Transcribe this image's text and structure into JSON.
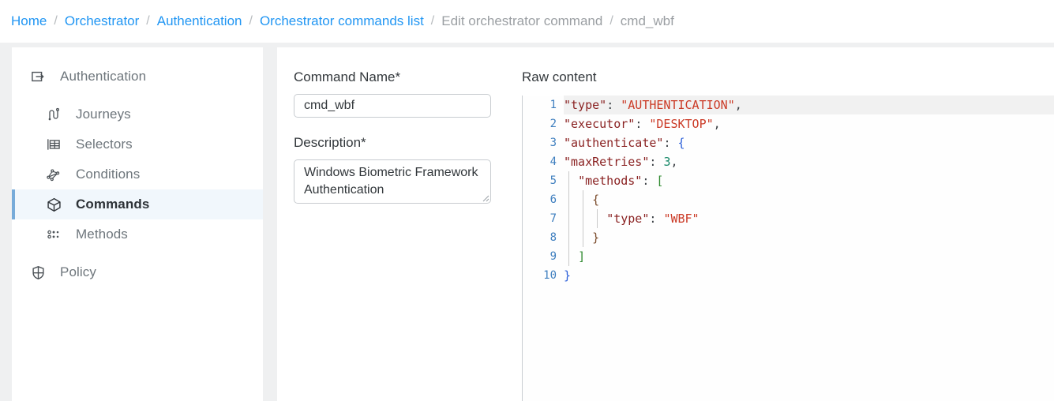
{
  "breadcrumb": {
    "separator": "/",
    "items": [
      {
        "label": "Home",
        "link": true
      },
      {
        "label": "Orchestrator",
        "link": true
      },
      {
        "label": "Authentication",
        "link": true
      },
      {
        "label": "Orchestrator commands list",
        "link": true
      },
      {
        "label": "Edit orchestrator command",
        "link": false
      },
      {
        "label": "cmd_wbf",
        "link": false
      }
    ]
  },
  "sidebar": {
    "section": {
      "label": "Authentication",
      "icon": "login-arrow-icon"
    },
    "items": [
      {
        "label": "Journeys",
        "icon": "journeys-path-icon",
        "active": false
      },
      {
        "label": "Selectors",
        "icon": "selectors-table-icon",
        "active": false
      },
      {
        "label": "Conditions",
        "icon": "conditions-nodes-icon",
        "active": false
      },
      {
        "label": "Commands",
        "icon": "commands-cube-icon",
        "active": true
      },
      {
        "label": "Methods",
        "icon": "methods-dots-icon",
        "active": false
      }
    ],
    "policy": {
      "label": "Policy",
      "icon": "policy-shield-icon"
    }
  },
  "form": {
    "command_name": {
      "label": "Command Name*",
      "value": "cmd_wbf",
      "placeholder": ""
    },
    "description": {
      "label": "Description*",
      "value": "Windows Biometric Framework Authentication",
      "placeholder": ""
    }
  },
  "editor": {
    "title": "Raw content",
    "language": "json",
    "current_line": 1,
    "lines": [
      {
        "number": 1,
        "indent_guides": 0,
        "tokens": [
          {
            "t": "\"type\"",
            "c": "key"
          },
          {
            "t": ": ",
            "c": "punct"
          },
          {
            "t": "\"AUTHENTICATION\"",
            "c": "str"
          },
          {
            "t": ",",
            "c": "punct"
          }
        ]
      },
      {
        "number": 2,
        "indent_guides": 0,
        "tokens": [
          {
            "t": "\"executor\"",
            "c": "key"
          },
          {
            "t": ": ",
            "c": "punct"
          },
          {
            "t": "\"DESKTOP\"",
            "c": "str"
          },
          {
            "t": ",",
            "c": "punct"
          }
        ]
      },
      {
        "number": 3,
        "indent_guides": 0,
        "tokens": [
          {
            "t": "\"authenticate\"",
            "c": "key"
          },
          {
            "t": ": ",
            "c": "punct"
          },
          {
            "t": "{",
            "c": "brace"
          }
        ]
      },
      {
        "number": 4,
        "indent_guides": 0,
        "tokens": [
          {
            "t": "\"maxRetries\"",
            "c": "key"
          },
          {
            "t": ": ",
            "c": "punct"
          },
          {
            "t": "3",
            "c": "num"
          },
          {
            "t": ",",
            "c": "punct"
          }
        ]
      },
      {
        "number": 5,
        "indent_guides": 1,
        "tokens": [
          {
            "t": "  ",
            "c": "punct"
          },
          {
            "t": "\"methods\"",
            "c": "key"
          },
          {
            "t": ": ",
            "c": "punct"
          },
          {
            "t": "[",
            "c": "brack"
          }
        ]
      },
      {
        "number": 6,
        "indent_guides": 2,
        "tokens": [
          {
            "t": "    ",
            "c": "punct"
          },
          {
            "t": "{",
            "c": "brace2"
          }
        ]
      },
      {
        "number": 7,
        "indent_guides": 3,
        "tokens": [
          {
            "t": "      ",
            "c": "punct"
          },
          {
            "t": "\"type\"",
            "c": "key"
          },
          {
            "t": ": ",
            "c": "punct"
          },
          {
            "t": "\"WBF\"",
            "c": "str"
          }
        ]
      },
      {
        "number": 8,
        "indent_guides": 2,
        "tokens": [
          {
            "t": "    ",
            "c": "punct"
          },
          {
            "t": "}",
            "c": "brace2"
          }
        ]
      },
      {
        "number": 9,
        "indent_guides": 1,
        "tokens": [
          {
            "t": "  ",
            "c": "punct"
          },
          {
            "t": "]",
            "c": "brack"
          }
        ]
      },
      {
        "number": 10,
        "indent_guides": 0,
        "tokens": [
          {
            "t": "}",
            "c": "brace"
          }
        ]
      }
    ]
  },
  "colors": {
    "link": "#2196f3",
    "page_background": "#eff0f1",
    "card_background": "#ffffff",
    "active_item_background": "#f1f7fc",
    "active_item_bar": "#77abd9",
    "json_key": "#8a2222",
    "json_string": "#cb3a26",
    "json_number": "#1a8a6a",
    "json_brace": "#2b5fd9",
    "json_bracket": "#2f8a2f",
    "line_number": "#3f7fbf"
  }
}
